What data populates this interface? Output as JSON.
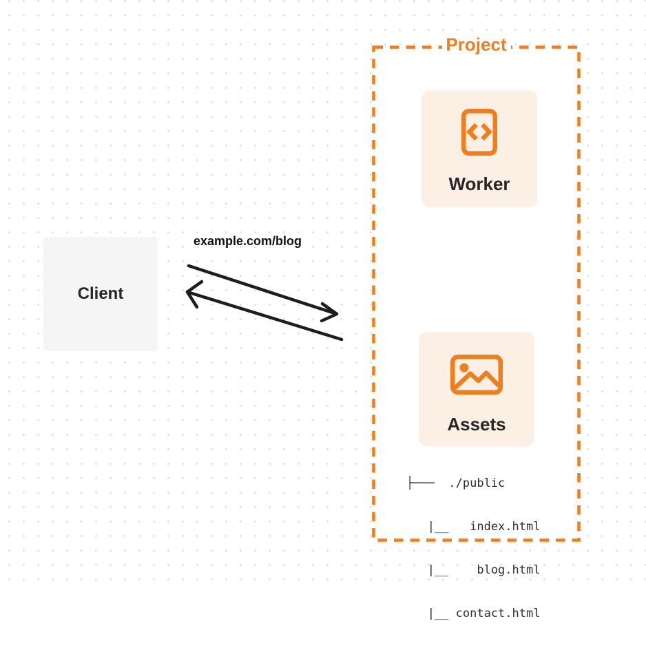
{
  "client": {
    "label": "Client"
  },
  "request": {
    "url_label": "example.com/blog"
  },
  "project": {
    "label": "Project",
    "worker": {
      "label": "Worker",
      "icon": "code-file-icon"
    },
    "assets": {
      "label": "Assets",
      "icon": "image-icon"
    },
    "file_tree": {
      "lines": [
        "├───  ./public",
        "   |__   index.html",
        "   |__    blog.html",
        "   |__ contact.html"
      ]
    }
  },
  "colors": {
    "accent_orange": "#EE7F1F",
    "card_background": "#FBF0E3",
    "client_background": "#F5F5F6",
    "arrow_black": "#1D1D1D",
    "text_dark": "#262626",
    "dot_grid": "#E3E3E3"
  }
}
